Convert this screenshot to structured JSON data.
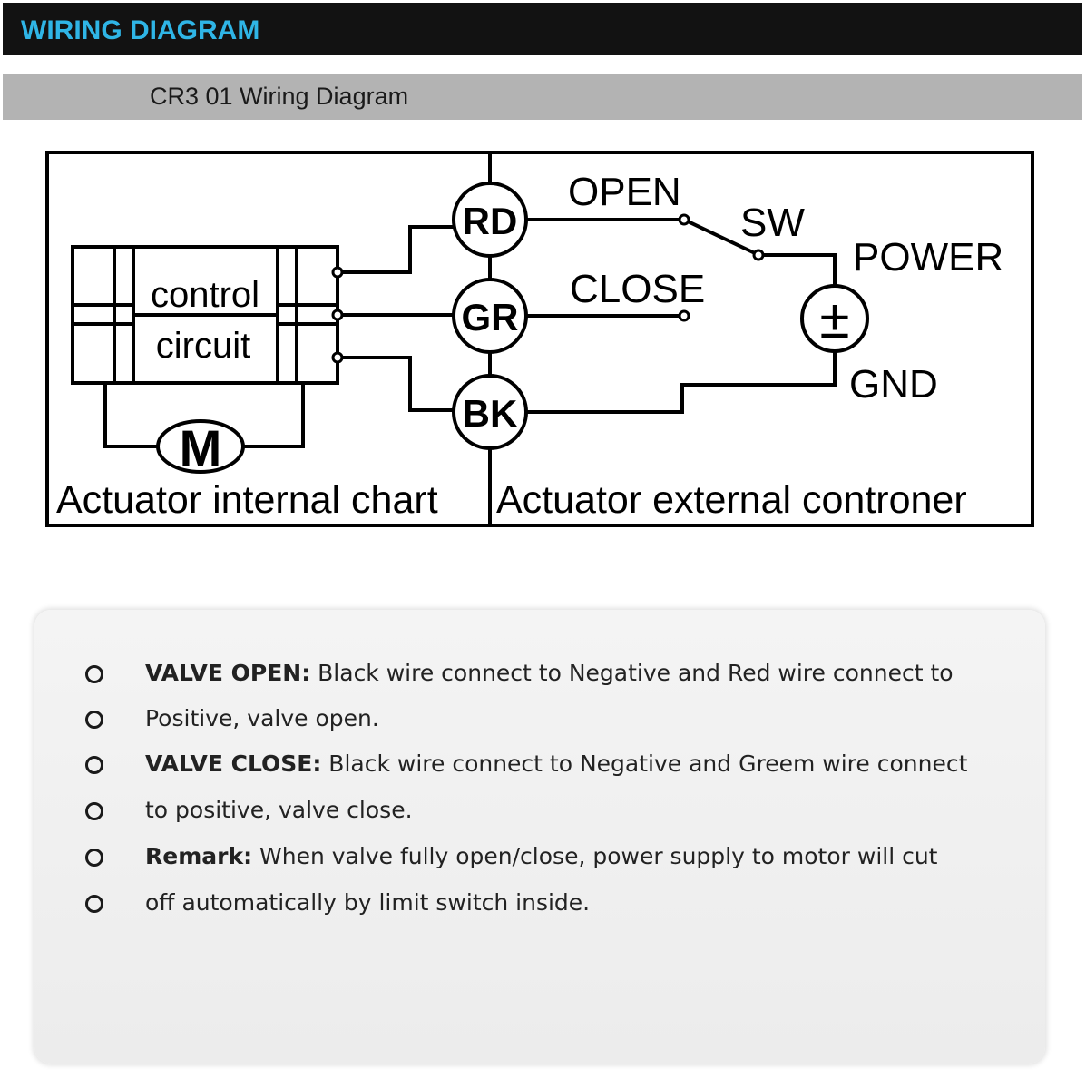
{
  "header": {
    "title": "WIRING DIAGRAM"
  },
  "subheader": {
    "title": "CR3 01 Wiring Diagram"
  },
  "diagram": {
    "control_label_1": "control",
    "control_label_2": "circuit",
    "motor_label": "M",
    "terminal_rd": "RD",
    "terminal_gr": "GR",
    "terminal_bk": "BK",
    "open_label": "OPEN",
    "close_label": "CLOSE",
    "switch_label": "SW",
    "power_label": "POWER",
    "power_symbol": "±",
    "gnd_label": "GND",
    "internal_caption": "Actuator internal chart",
    "external_caption": "Actuator external controner"
  },
  "notes": [
    {
      "bold": "VALVE OPEN:",
      "text": " Black wire connect to Negative and Red wire connect to"
    },
    {
      "bold": "",
      "text": "Positive, valve open."
    },
    {
      "bold": "VALVE CLOSE:",
      "text": " Black wire connect to Negative and Greem wire connect"
    },
    {
      "bold": "",
      "text": "to positive, valve close."
    },
    {
      "bold": "Remark:",
      "text": " When valve fully open/close, power supply to motor will cut"
    },
    {
      "bold": "",
      "text": "off automatically by limit switch inside."
    }
  ]
}
